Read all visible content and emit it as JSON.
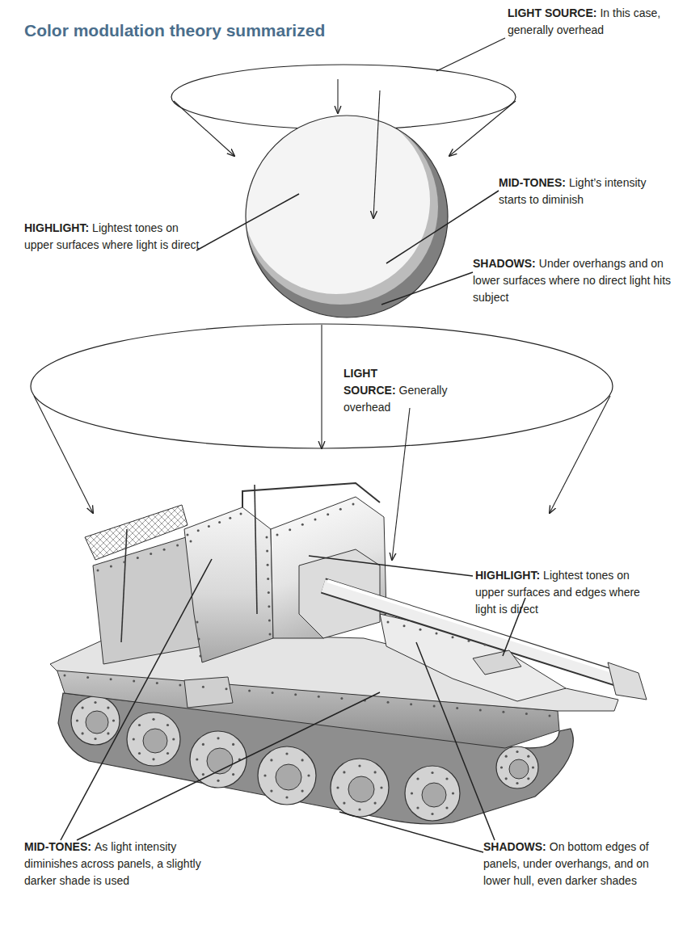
{
  "diagram": {
    "title": "Color modulation theory summarized",
    "labels": [
      "LIGHT SOURCE:",
      "In this case, generally overhead",
      "HIGHLIGHT:",
      "Lightest tones on upper surfaces where light is direct",
      "MID-TONES:",
      "Light’s intensity starts to diminish",
      "SHADOWS:",
      "Under overhangs and on lower surfaces where no direct light hits subject",
      "LIGHT SOURCE:",
      "Generally overhead",
      "HIGHLIGHT:",
      "Lightest tones on upper surfaces and edges where light is direct",
      "MID-TONES:",
      "As light intensity diminishes across panels, a slightly darker shade is used",
      "SHADOWS:",
      "On bottom edges of panels, under overhangs, and on lower hull, even darker shades"
    ]
  }
}
